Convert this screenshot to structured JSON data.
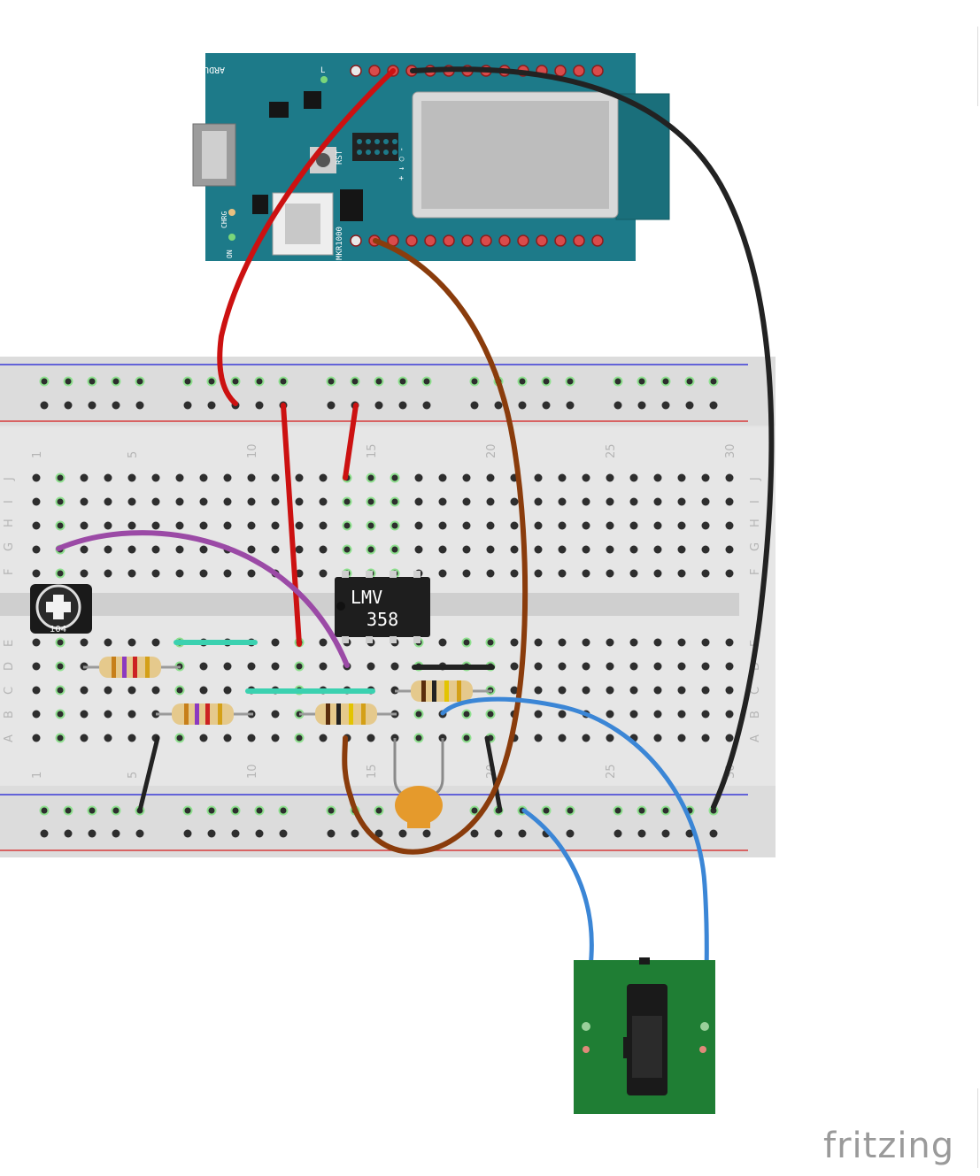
{
  "arduino": {
    "silk_top": "ARDUINO.CC",
    "silk_model": "MKR1000",
    "label_rst": "RST",
    "label_chrg": "CHRG",
    "label_on": "ON",
    "label_l": "L",
    "label_pins": "+ ↓ ○ -"
  },
  "breadboard": {
    "row_letters_top": [
      "J",
      "I",
      "H",
      "G",
      "F"
    ],
    "row_letters_bottom": [
      "E",
      "D",
      "C",
      "B",
      "A"
    ],
    "column_numbers": [
      "1",
      "5",
      "10",
      "15",
      "20",
      "25",
      "30"
    ]
  },
  "ic": {
    "line1": "LMV",
    "line2": "358"
  },
  "potentiometer": {
    "label": "104"
  },
  "app": {
    "brand": "fritzing"
  },
  "colors": {
    "board_teal": "#1d7a89",
    "breadboard": "#e2e2e2",
    "wire_red": "#cc1111",
    "wire_black": "#222222",
    "wire_brown": "#8a3c0c",
    "wire_blue": "#3b86d6",
    "wire_purple": "#9b4aa6",
    "wire_teal": "#3bd1b0",
    "jack_pcb": "#1f7e34"
  }
}
